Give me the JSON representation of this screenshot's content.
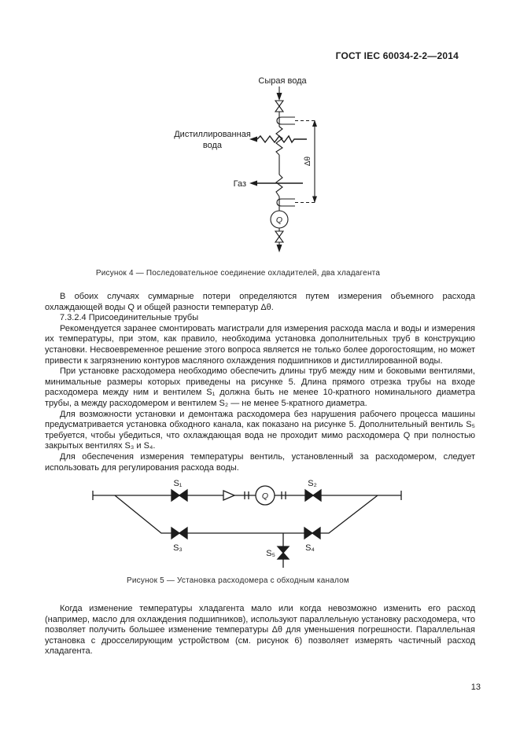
{
  "header": {
    "title": "ГОСТ IEC 60034-2-2—2014"
  },
  "figure4": {
    "labels": {
      "raw_water": "Сырая вода",
      "distilled_water_line1": "Дистиллированная",
      "distilled_water_line2": "вода",
      "gas": "Газ",
      "flowmeter": "Q",
      "delta_theta": "Δθ"
    },
    "caption": "Рисунок 4 — Последовательное соединение охладителей, два хладагента"
  },
  "figure5": {
    "labels": {
      "s1": "S₁",
      "s2": "S₂",
      "s3": "S₃",
      "s4": "S₄",
      "s5": "S₅",
      "flowmeter": "Q"
    },
    "caption": "Рисунок 5 — Установка расходомера с обходным каналом"
  },
  "text": {
    "p1": "В обоих случаях суммарные потери определяются путем измерения объемного расхода охлаждающей воды Q и общей разности температур Δθ.",
    "p2": "7.3.2.4  Присоединительные трубы",
    "p3": "Рекомендуется заранее смонтировать магистрали для измерения расхода масла и воды и измерения их температуры, при этом, как правило, необходима установка дополнительных труб в конструкцию установки. Несвоевременное решение этого вопроса является не только более дорогостоящим, но может привести к загрязнению контуров масляного охлаждения подшипников и дистиллированной воды.",
    "p4": "При установке расходомера необходимо обеспечить длины труб между ним и боковыми вентилями, минимальные размеры которых приведены на рисунке 5. Длина прямого отрезка трубы на входе расходомера между ним и вентилем S₁ должна быть не менее 10-кратного номинального диаметра трубы, а между расходомером и вентилем S₂ — не менее 5-кратного диаметра.",
    "p5": "Для возможности установки и демонтажа расходомера без нарушения рабочего процесса машины предусматривается установка обходного канала, как показано на рисунке 5. Дополнительный вентиль S₅ требуется, чтобы убедиться, что охлаждающая вода не проходит мимо расходомера Q при полностью закрытых вентилях S₃ и S₄.",
    "p6": "Для обеспечения измерения температуры вентиль, установленный за расходомером, следует использовать для регулирования расхода воды.",
    "p7": "Когда изменение температуры хладагента мало или когда невозможно изменить его расход (например, масло для охлаждения подшипников), используют параллельную установку расходомера, что позволяет получить большее изменение температуры Δθ для уменьшения погрешности. Параллельная установка с дросселирующим устройством (см. рисунок 6) позволяет измерять частичный расход хладагента."
  },
  "page": {
    "number": "13"
  }
}
